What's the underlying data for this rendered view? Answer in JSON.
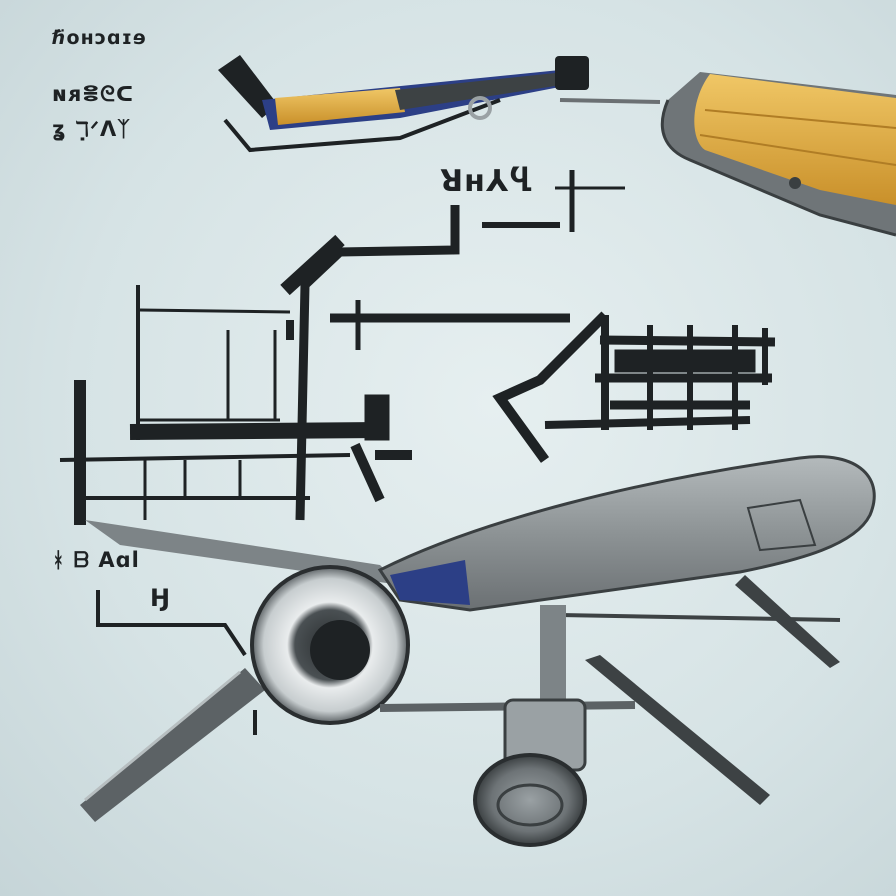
{
  "labels": {
    "label_1": "ℏ̈oʜɔɑɪɘ",
    "label_2": "ɴᴙⴻᘓᑕ",
    "label_3": "ʓ ℸ̣ᐟɅᛉ",
    "label_4": "ꓤʜ⅄Ⴁ",
    "label_5": "ᚼ ᗷ Aɑl",
    "label_6": "Ꜧ"
  },
  "colors": {
    "ink": "#1e2224",
    "wood": "#d9a53f",
    "blue_accent": "#2c3f86",
    "steel": "#7d8487",
    "steel_light": "#b7bec0",
    "fuselage": "#8d9395"
  }
}
